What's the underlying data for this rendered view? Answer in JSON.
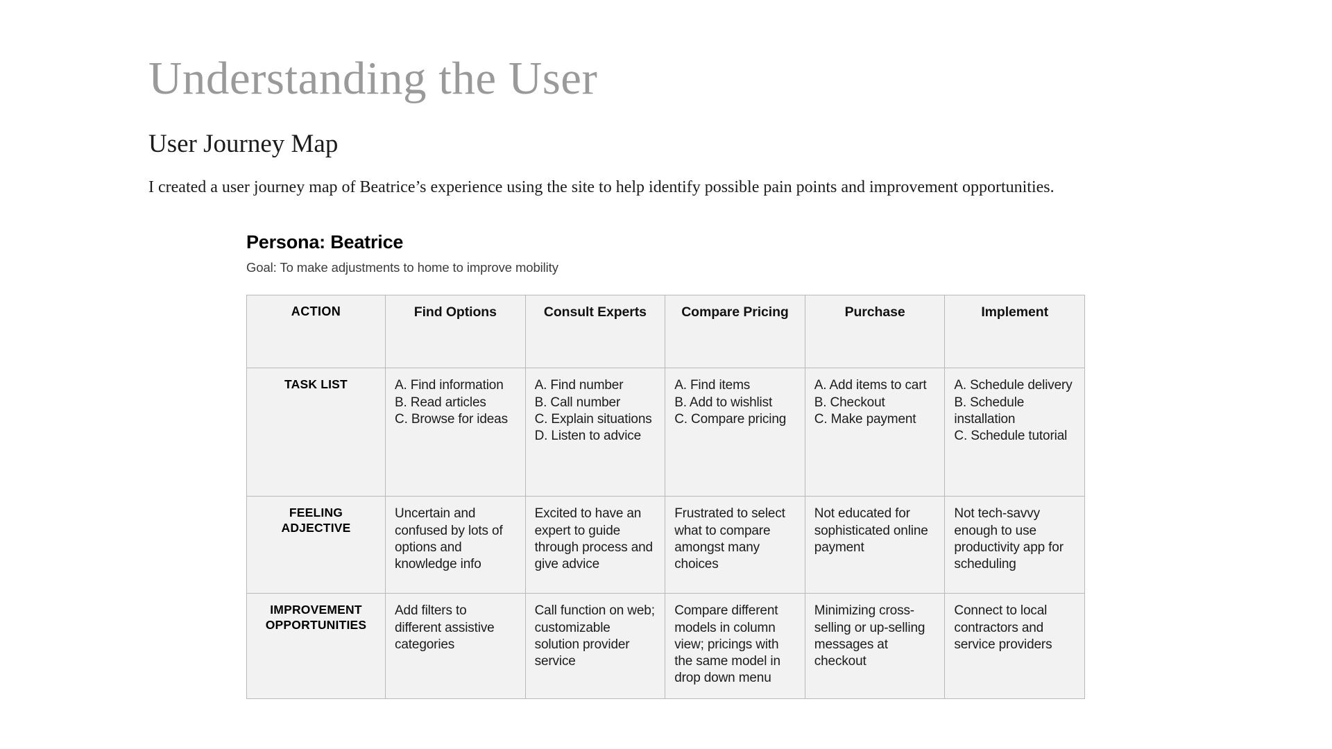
{
  "page": {
    "title": "Understanding the User",
    "section_title": "User Journey Map",
    "intro": "I created a user journey map of Beatrice’s experience using the site to help identify possible pain points and improvement opportunities."
  },
  "persona": {
    "name": "Persona: Beatrice",
    "goal": "Goal: To make adjustments to home to improve mobility"
  },
  "colors": {
    "title_gray": "#9a9a9a",
    "header_blue": "#d4e1fa",
    "cell_gray": "#f2f2f2",
    "label_border": "#666666",
    "cell_border": "#b9b9b9"
  },
  "table": {
    "row_labels": [
      "ACTION",
      "TASK LIST",
      "FEELING\nADJECTIVE",
      "IMPROVEMENT\nOPPORTUNITIES"
    ],
    "stages": [
      "Find Options",
      "Consult Experts",
      "Compare Pricing",
      "Purchase",
      "Implement"
    ],
    "rows": [
      {
        "label": "TASK LIST",
        "cells": [
          "A. Find information\nB. Read articles\nC. Browse for ideas",
          "A. Find number\nB. Call number\nC. Explain situations\nD. Listen to advice",
          "A. Find items\nB. Add to wishlist\nC. Compare pricing",
          "A. Add items to cart\nB. Checkout\nC. Make payment",
          "A. Schedule delivery\nB. Schedule installation\nC. Schedule tutorial"
        ]
      },
      {
        "label": "FEELING\nADJECTIVE",
        "cells": [
          "Uncertain and confused by lots of options and knowledge info",
          "Excited to have an expert to guide through process and give advice",
          "Frustrated to select what to compare amongst many choices",
          "Not educated for sophisticated online payment",
          "Not tech-savvy enough to use productivity app for scheduling"
        ]
      },
      {
        "label": "IMPROVEMENT\nOPPORTUNITIES",
        "cells": [
          "Add filters to different assistive categories",
          "Call function on web; customizable solution provider service",
          "Compare different models in column view; pricings with the same model in drop down menu",
          "Minimizing cross-selling or up-selling messages at checkout",
          "Connect to local contractors and service providers"
        ]
      }
    ]
  }
}
